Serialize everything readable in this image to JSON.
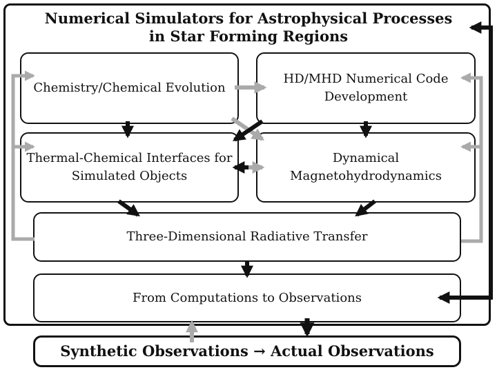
{
  "title": {
    "line1": "Numerical Simulators for Astrophysical Processes",
    "line2": "in Star Forming Regions"
  },
  "boxes": {
    "chemistry": {
      "line1": "Chemistry/Chemical Evolution"
    },
    "hd_mhd": {
      "line1": "HD/MHD Numerical Code",
      "line2": "Development"
    },
    "thermal_chemical": {
      "line1": "Thermal-Chemical Interfaces for",
      "line2": "Simulated Objects"
    },
    "dynamical": {
      "line1": "Dynamical",
      "line2": "Magnetohydrodynamics"
    },
    "radiative_transfer": {
      "line1": "Three-Dimensional Radiative Transfer"
    },
    "computations": {
      "line1": "From Computations to Observations"
    },
    "synthetic": {
      "line1": "Synthetic Observations → Actual Observations"
    }
  },
  "colors": {
    "black_arrow": "#111111",
    "gray_arrow": "#aaaaaa"
  }
}
